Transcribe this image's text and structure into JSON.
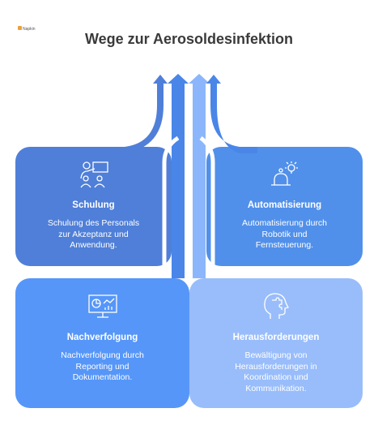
{
  "title": "Wege zur Aerosoldesinfektion",
  "logo": {
    "text": "Napkin"
  },
  "colors": {
    "schulung": "#4f7fd8",
    "automatisierung": "#5190ea",
    "nachverfolgung": "#5696f8",
    "herausforderungen": "#99bdfb",
    "arrow_blue": "#3f74d1",
    "arrow_light": "#8cb6fb"
  },
  "cards": {
    "schulung": {
      "heading": "Schulung",
      "text": [
        "Schulung des Personals",
        "zur Akzeptanz und",
        "Anwendung."
      ],
      "icon": "training-presentation-icon"
    },
    "automatisierung": {
      "heading": "Automatisierung",
      "text": [
        "Automatisierung durch",
        "Robotik und",
        "Fernsteuerung."
      ],
      "icon": "robot-lightbulb-icon"
    },
    "nachverfolgung": {
      "heading": "Nachverfolgung",
      "text": [
        "Nachverfolgung durch",
        "Reporting und",
        "Dokumentation."
      ],
      "icon": "monitor-chart-icon"
    },
    "herausforderungen": {
      "heading": "Herausforderungen",
      "text": [
        "Bewältigung von",
        "Herausforderungen in",
        "Koordination und",
        "Kommunikation."
      ],
      "icon": "head-puzzle-icon"
    }
  }
}
